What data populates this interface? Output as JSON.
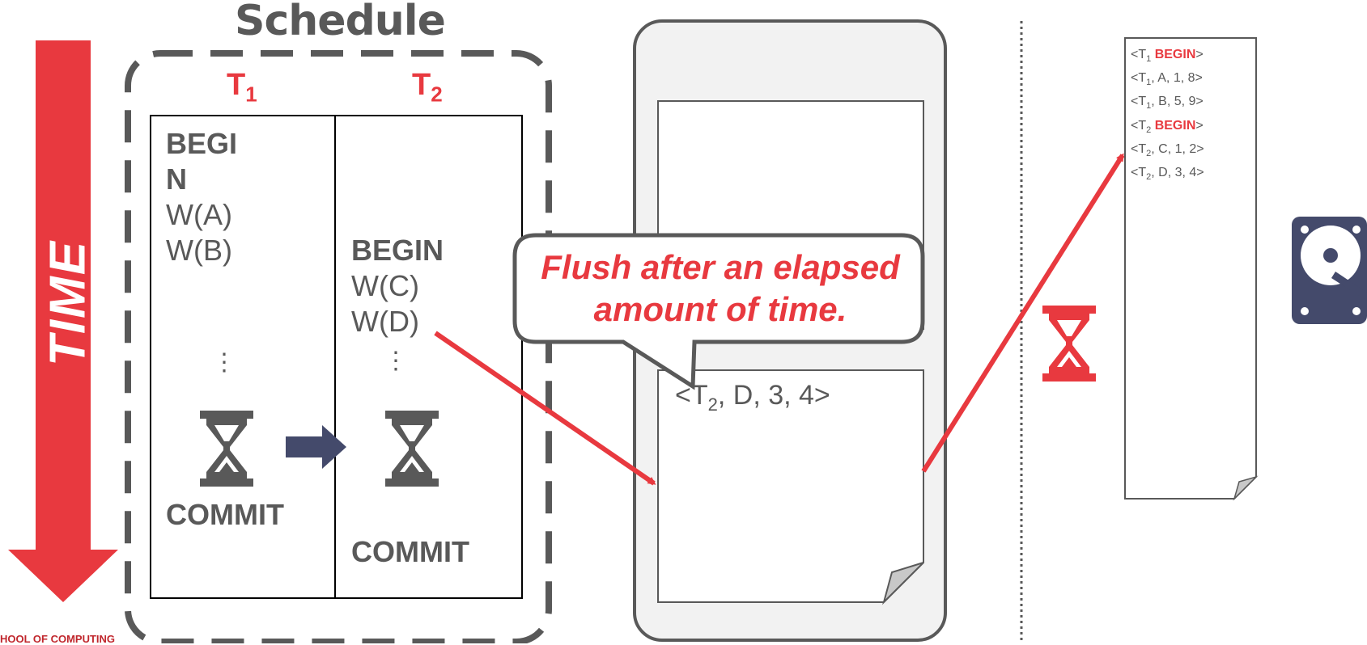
{
  "schedule": {
    "title": "Schedule",
    "time_label": "TIME",
    "t1": {
      "header": "T",
      "header_sub": "1",
      "begin_line1": "BEGI",
      "begin_line2": "N",
      "ops": [
        "W(A)",
        "W(B)"
      ],
      "commit": "COMMIT"
    },
    "t2": {
      "header": "T",
      "header_sub": "2",
      "begin": "BEGIN",
      "ops": [
        "W(C)",
        "W(D)"
      ],
      "commit": "COMMIT"
    },
    "ellipsis": "⋮"
  },
  "callout": {
    "line1": "Flush after an elapsed",
    "line2": "amount of time."
  },
  "buffer": {
    "entry_prefix": "<T",
    "entry_sub": "2",
    "entry_suffix": ", D, 3, 4>"
  },
  "log": {
    "entries": [
      {
        "prefix": "<T",
        "sub": "1",
        "rest": " ",
        "keyword": "BEGIN",
        "end": ">"
      },
      {
        "prefix": "<T",
        "sub": "1",
        "rest": ", A, 1, 8>",
        "keyword": "",
        "end": ""
      },
      {
        "prefix": "<T",
        "sub": "1",
        "rest": ", B, 5, 9>",
        "keyword": "",
        "end": ""
      },
      {
        "prefix": "<T",
        "sub": "2",
        "rest": " ",
        "keyword": "BEGIN",
        "end": ">"
      },
      {
        "prefix": "<T",
        "sub": "2",
        "rest": ", C, 1, 2>",
        "keyword": "",
        "end": ""
      },
      {
        "prefix": "<T",
        "sub": "2",
        "rest": ", D, 3, 4>",
        "keyword": "",
        "end": ""
      }
    ]
  },
  "footer": {
    "text": "HOOL OF COMPUTING"
  },
  "colors": {
    "accent_red": "#e8393f",
    "text_gray": "#595959",
    "dark_navy": "#444a6b",
    "panel_bg": "#f2f2f2"
  },
  "icons": [
    "hourglass-icon",
    "hard-drive-icon",
    "right-arrow-icon",
    "down-arrow-icon"
  ]
}
